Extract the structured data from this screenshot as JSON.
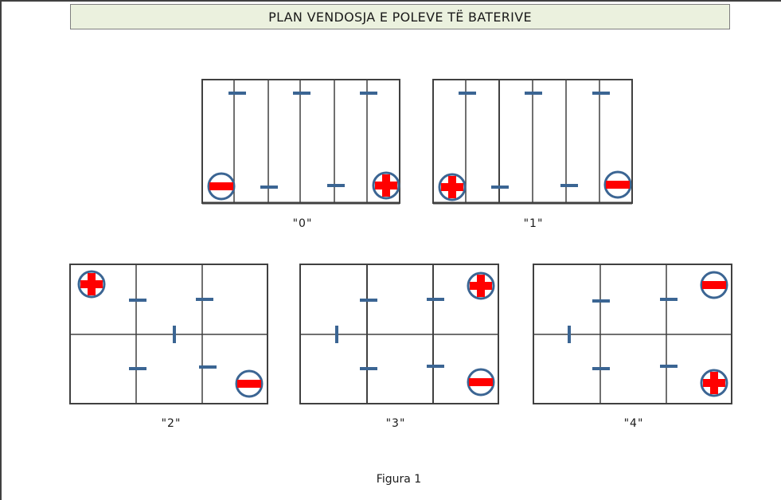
{
  "title": "PLAN VENDOSJA E POLEVE TË BATERIVE",
  "figure_caption": "Figura 1",
  "batteries": [
    {
      "label": "\"0\""
    },
    {
      "label": "\"1\""
    },
    {
      "label": "\"2\""
    },
    {
      "label": "\"3\""
    },
    {
      "label": "\"4\""
    }
  ],
  "colors": {
    "frame": "#404040",
    "title_bg": "#ebf1de",
    "cell_line": "#404040",
    "minus_mark": "#3b6593",
    "terminal_ring": "#3b6593",
    "terminal_sign": "#ff0000"
  }
}
